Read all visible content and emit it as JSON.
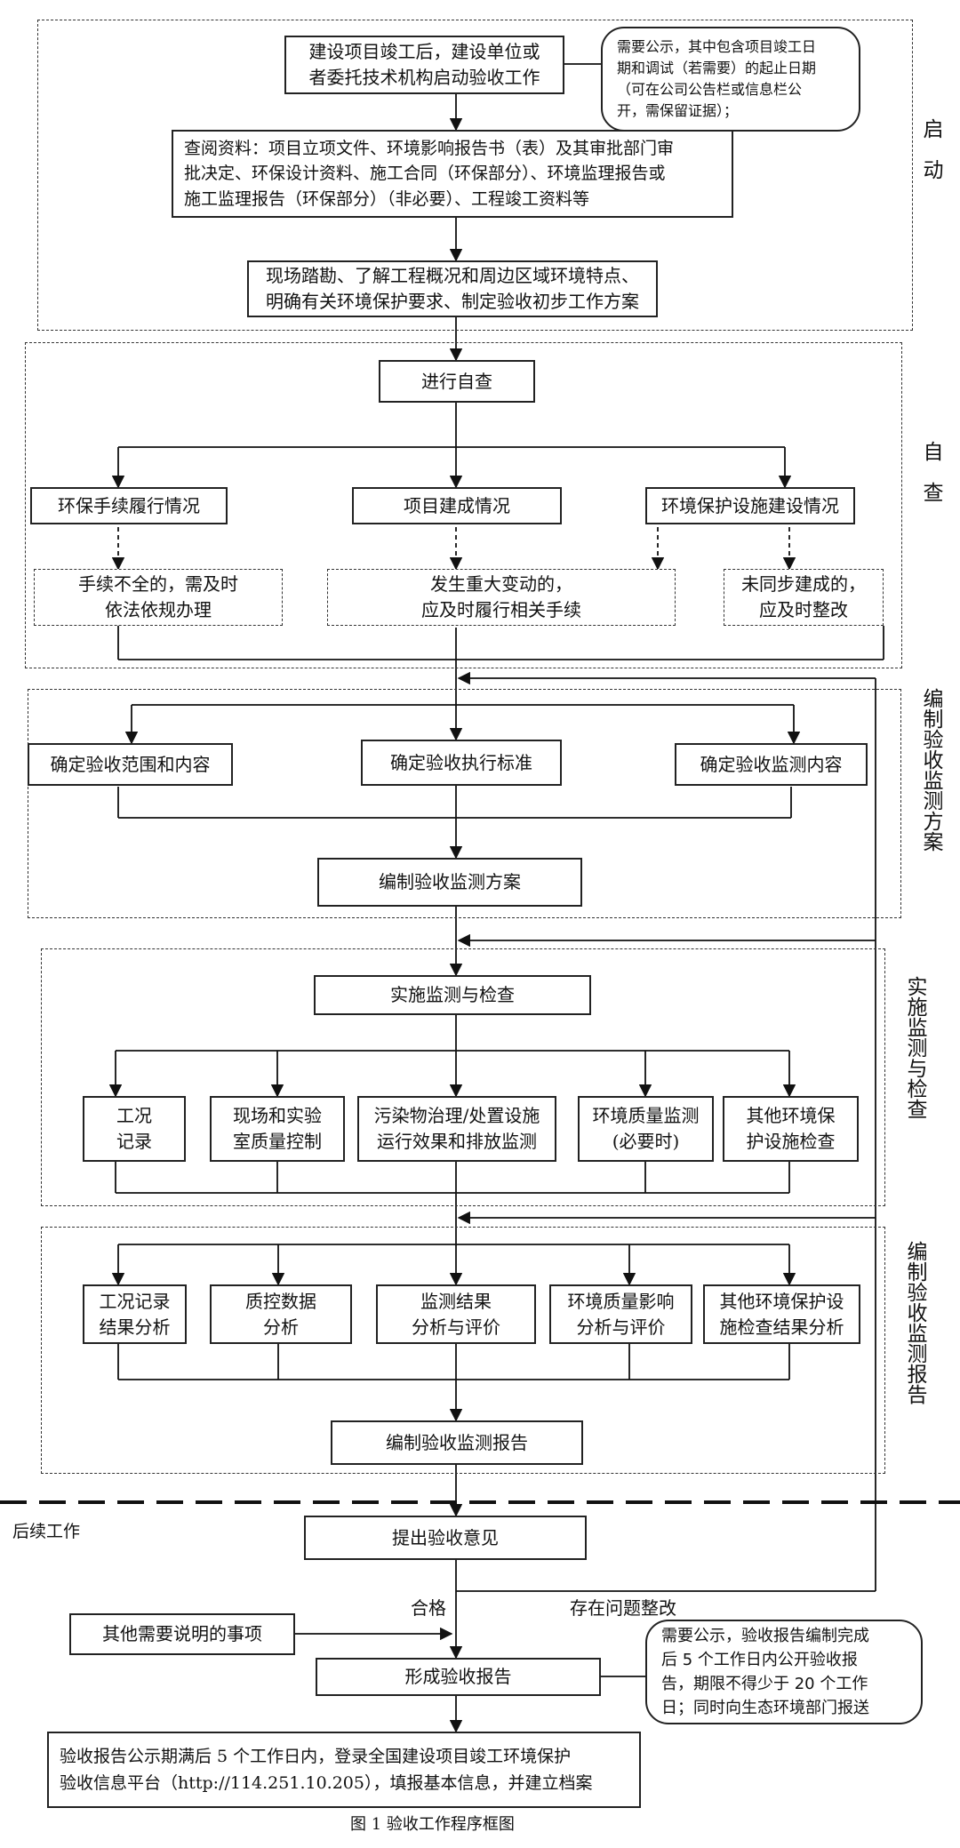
{
  "section_labels": {
    "qidong": "启\n\n动",
    "zicha": "自\n\n查",
    "bianzhi_fangan": "编\n制\n验\n收\n监\n测\n方\n案",
    "shishi": "实\n施\n监\n测\n与\n检\n查",
    "bianzhi_baogao": "编\n制\n验\n收\n监\n测\n报\n告",
    "houxu": "后续工作"
  },
  "boxes": {
    "start": "建设项目竣工后，建设单位或\n者委托技术机构启动验收工作",
    "review": "查阅资料：项目立项文件、环境影响报告书（表）及其审批部门审\n批决定、环保设计资料、施工合同（环保部分）、环境监理报告或\n施工监理报告（环保部分）（非必要）、工程竣工资料等",
    "survey": "现场踏勘、了解工程概况和周边区域环境特点、\n明确有关环境保护要求、制定验收初步工作方案",
    "self_check": "进行自查",
    "procedures": "环保手续履行情况",
    "construction": "项目建成情况",
    "facilities": "环境保护设施建设情况",
    "procedures_fix": "手续不全的，需及时\n依法依规办理",
    "major_change": "发生重大变动的，\n应及时履行相关手续",
    "not_built": "未同步建成的，\n应及时整改",
    "scope": "确定验收范围和内容",
    "standard": "确定验收执行标准",
    "monitor_content": "确定验收监测内容",
    "plan": "编制验收监测方案",
    "implement": "实施监测与检查",
    "condition_record": "工况\n记录",
    "lab_qc": "现场和实验\n室质量控制",
    "pollutant": "污染物治理/处置设施\n运行效果和排放监测",
    "env_quality": "环境质量监测\n(必要时)",
    "other_facility": "其他环境保\n护设施检查",
    "condition_analysis": "工况记录\n结果分析",
    "qc_analysis": "质控数据\n分析",
    "result_eval": "监测结果\n分析与评价",
    "env_impact": "环境质量影响\n分析与评价",
    "other_result": "其他环境保护设\n施检查结果分析",
    "report": "编制验收监测报告",
    "opinion": "提出验收意见",
    "other_items": "其他需要说明的事项",
    "final_report": "形成验收报告",
    "archive": "验收报告公示期满后 5 个工作日内，登录全国建设项目竣工环境保护\n验收信息平台（http://114.251.10.205），填报基本信息，并建立档案"
  },
  "notes": {
    "publicity_1": "需要公示，其中包含项目竣工日\n期和调试（若需要）的起止日期\n（可在公司公告栏或信息栏公\n开，需保留证据）；",
    "publicity_2": "需要公示，验收报告编制完成\n后 5 个工作日内公开验收报\n告，期限不得少于 20 个工作\n日；同时向生态环境部门报送"
  },
  "edge_labels": {
    "pass": "合格",
    "rectify": "存在问题整改"
  },
  "caption": "图 1 验收工作程序框图"
}
